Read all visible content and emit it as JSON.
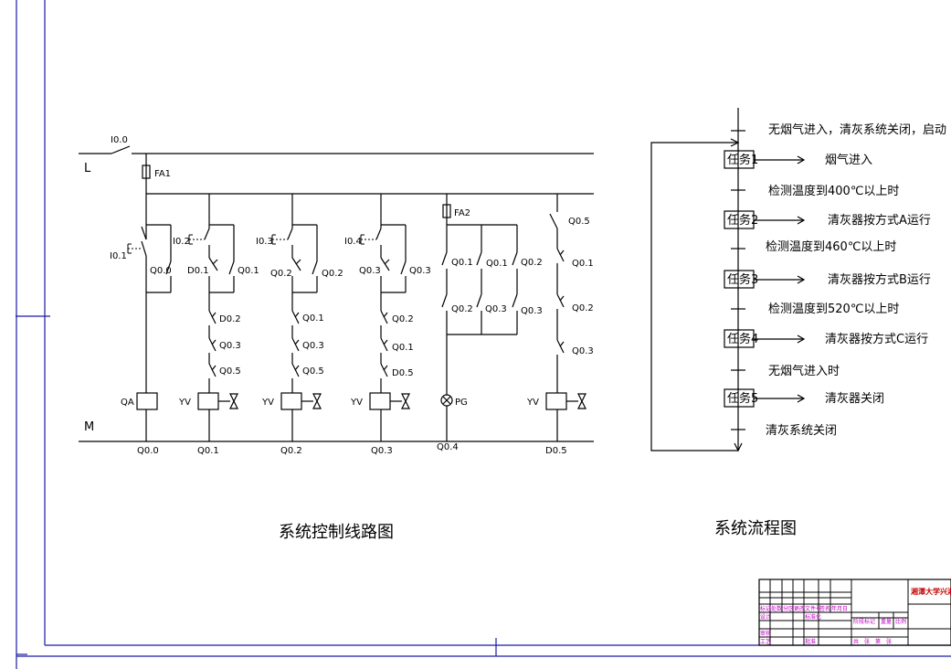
{
  "ladder": {
    "caption": "系统控制线路图",
    "line_L": "L",
    "line_M": "M",
    "main_switch": "I0.0",
    "fuse1": "FA1",
    "fuse2": "FA2",
    "col1": {
      "btn": "I0.1",
      "seal": "Q0.0",
      "coil": "QA",
      "out": "Q0.0"
    },
    "col2": {
      "btn": "I0.2",
      "nc": "D0.1",
      "seal": "Q0.1",
      "i1": "D0.2",
      "i2": "Q0.3",
      "i3": "Q0.5",
      "coil": "YV",
      "out": "Q0.1"
    },
    "col3": {
      "btn": "I0.3",
      "nc": "Q0.2",
      "seal": "Q0.2",
      "i1": "Q0.1",
      "i2": "Q0.3",
      "i3": "Q0.5",
      "coil": "YV",
      "out": "Q0.2"
    },
    "col4": {
      "btn": "I0.4",
      "nc": "Q0.3",
      "seal": "Q0.3",
      "i1": "Q0.2",
      "i2": "Q0.1",
      "i3": "D0.5",
      "coil": "YV",
      "out": "Q0.3"
    },
    "col5": {
      "a1": "Q0.1",
      "a2": "Q0.1",
      "a3": "Q0.2",
      "b1": "Q0.2",
      "b2": "Q0.3",
      "b3": "Q0.3",
      "lamp": "PG",
      "out": "Q0.4"
    },
    "col6": {
      "top": "Q0.5",
      "i1": "Q0.1",
      "i2": "Q0.2",
      "i3": "Q0.3",
      "coil": "YV",
      "out": "D0.5"
    }
  },
  "flow": {
    "caption": "系统流程图",
    "tasks": [
      "任务1",
      "任务2",
      "任务3",
      "任务4",
      "任务5"
    ],
    "outputs": [
      "烟气进入",
      "清灰器按方式A运行",
      "清灰器按方式B运行",
      "清灰器按方式C运行",
      "清灰器关闭"
    ],
    "conditions": [
      "无烟气进入，清灰系统关闭，启动",
      "检测温度到400℃以上时",
      "检测温度到460℃以上时",
      "检测温度到520℃以上时",
      "无烟气进入时",
      "清灰系统关闭"
    ]
  },
  "title_block": {
    "school": "湘潭大学兴湘学",
    "cells": [
      "标记",
      "处数",
      "分区",
      "更改文件号",
      "签名",
      "年月日",
      "设计",
      "标准化",
      "审核",
      "工艺",
      "批准",
      "阶段标记",
      "重量",
      "比例",
      "共",
      "张",
      "第",
      "张"
    ]
  }
}
